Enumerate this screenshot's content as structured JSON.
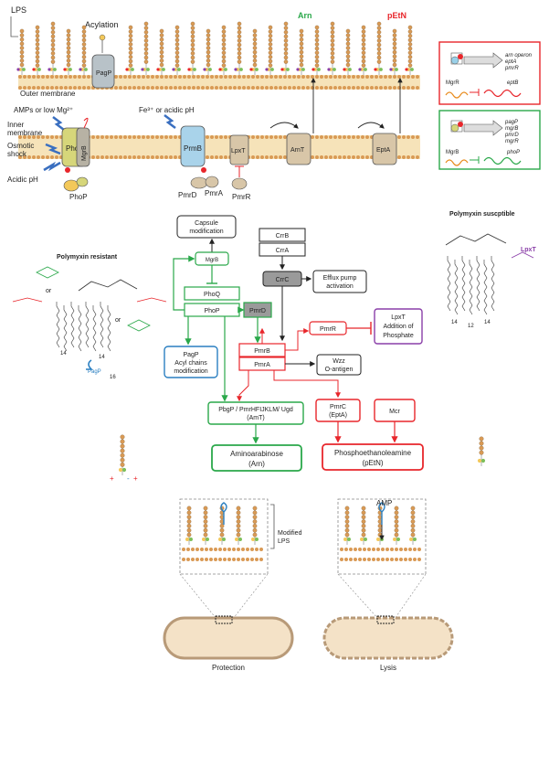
{
  "top": {
    "lps": "LPS",
    "acylation": "Acylation",
    "arn": "Arn",
    "petn": "pEtN",
    "outer_membrane": "Outer membrane",
    "amps_low_mg": "AMPs or low Mg²⁺",
    "fe_acidic": "Fe³⁺ or acidic pH",
    "inner_membrane_1": "Inner",
    "inner_membrane_2": "membrane",
    "osmotic_1": "Osmotic",
    "osmotic_2": "shock",
    "acidic_ph": "Acidic pH",
    "proteins": {
      "pagp": "PagP",
      "phoq": "PhoQ",
      "mgrb": "MgrB",
      "phop": "PhoP",
      "prmb": "PrmB",
      "pmrd": "PmrD",
      "pmra": "PmrA",
      "lpxt": "LpxT",
      "pmrr": "PmrR",
      "arnt": "ArnT",
      "epta": "EptA"
    }
  },
  "box_red": {
    "genes": [
      "arn operon",
      "eptA",
      "pmrR"
    ],
    "mgrr": "MgrR",
    "eptb": "eptB"
  },
  "box_green": {
    "genes": [
      "pagP",
      "mgrB",
      "pmrD",
      "mgrR"
    ],
    "mgrb": "MgrB",
    "phop": "phoP"
  },
  "flow": {
    "polymyxin_resistant": "Polymyxin resistant",
    "polymyxin_susceptible": "Polymyxin suscptible",
    "or1": "or",
    "or2": "or",
    "pagp_small": "PagP",
    "lpxt_small": "LpxT",
    "capsule_1": "Capsule",
    "capsule_2": "modification",
    "mgrb": "MgrB",
    "phoq": "PhoQ",
    "phop": "PhoP",
    "pmrd": "PmrD",
    "crrb": "CrrB",
    "crra": "CrrA",
    "crrc": "CrrC",
    "efflux_1": "Efflux pump",
    "efflux_2": "activation",
    "pmrr": "PmrR",
    "lpxt_1": "LpxT",
    "lpxt_2": "Addition of",
    "lpxt_3": "Phosphate",
    "pmrb": "PmrB",
    "pmra": "PmrA",
    "wzz_1": "Wzz",
    "wzz_2": "O-antigen",
    "pagp_box_1": "PagP",
    "pagp_box_2": "Acyl chains",
    "pagp_box_3": "modification",
    "pbgp_1": "PbgP / PmrHFIJKLM/ Ugd",
    "pbgp_2": "(AmT)",
    "pmrc_1": "PmrC",
    "pmrc_2": "(EptA)",
    "mcr": "Mcr",
    "arn_1": "Aminoarabinose",
    "arn_2": "(Arn)",
    "petn_1": "Phosphoethanoleamine",
    "petn_2": "(pEtN)",
    "num14a": "14",
    "num14b": "14",
    "num16": "16",
    "num14c": "14",
    "num12": "12",
    "num14d": "14"
  },
  "bottom": {
    "modified_1": "Modified",
    "modified_2": "LPS",
    "amp": "AMP",
    "protection": "Protection",
    "lysis": "Lysis"
  },
  "colors": {
    "green": "#2aa84a",
    "red": "#e8262b",
    "purple": "#8a3ea8",
    "blue": "#2a7fc1",
    "lps_orange": "#d99a55",
    "membrane": "#e9c88e",
    "phoq_fill": "#d6d67a",
    "prmb_fill": "#a9d3ea",
    "protein_tan": "#d8c6a8"
  }
}
